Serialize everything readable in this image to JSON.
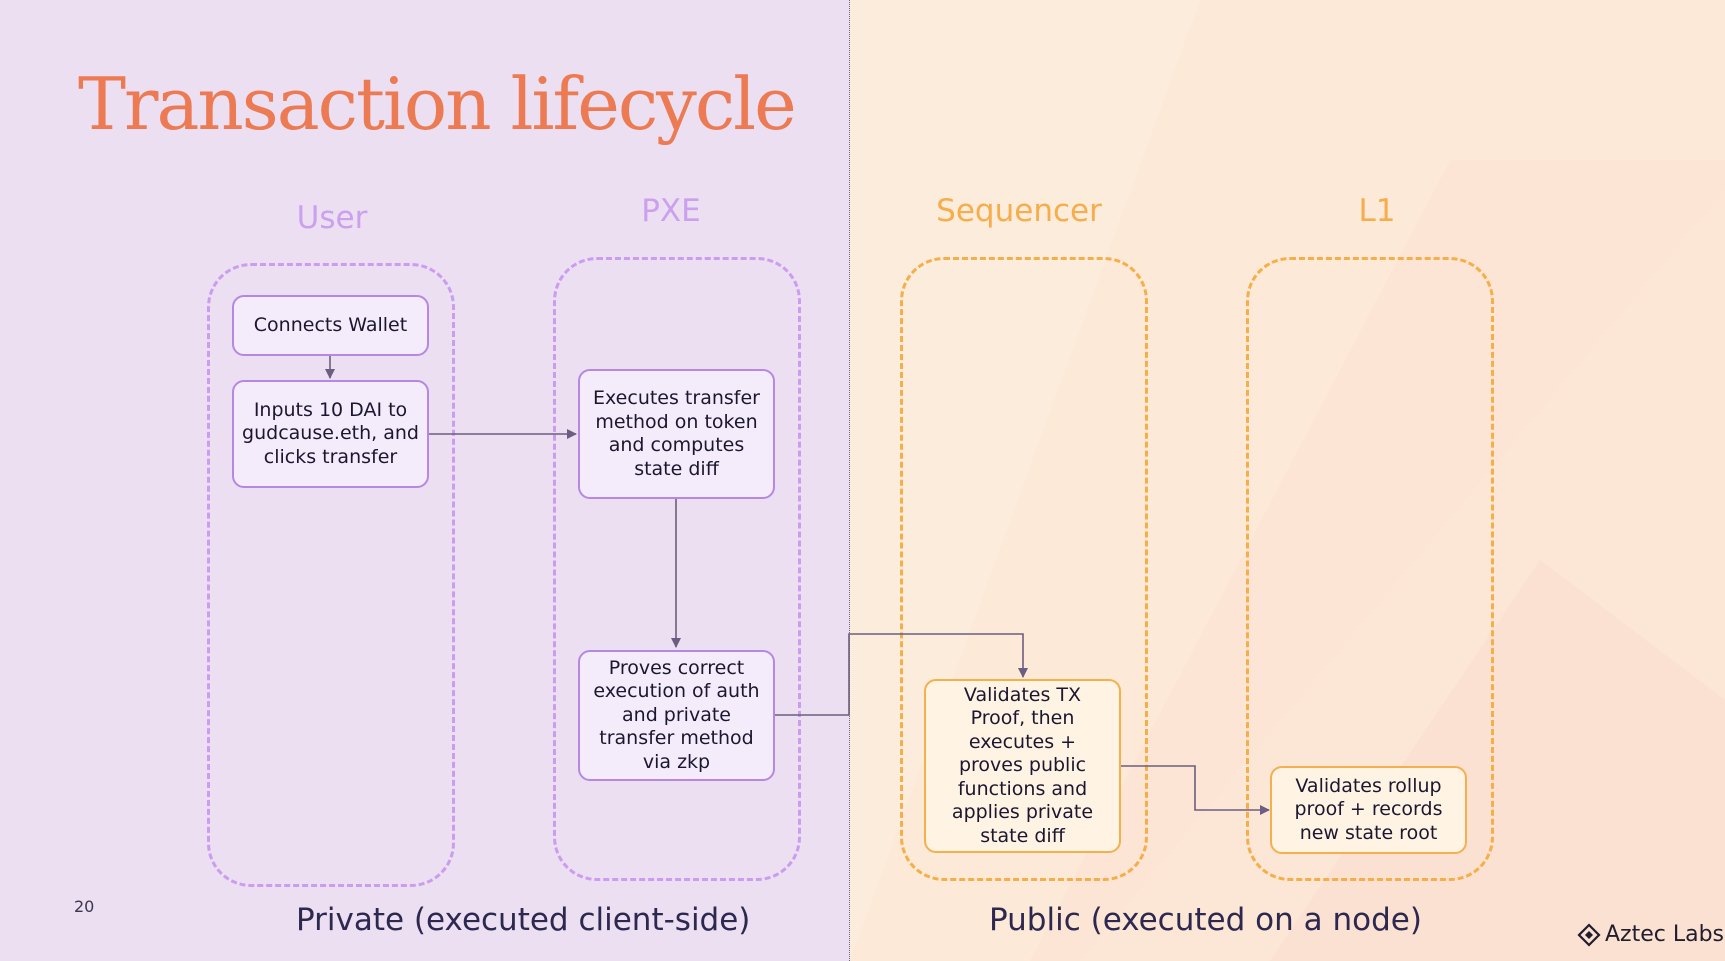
{
  "slide": {
    "title": "Transaction lifecycle",
    "page_number": "20",
    "brand": "Aztec Labs"
  },
  "colors": {
    "private_bg": "#ebdff1",
    "public_bg": "#fcecdc",
    "title": "#ec7a52",
    "private_accent": "#cb9cf0",
    "public_accent": "#f6ae48",
    "arrow": "#6b5e80"
  },
  "columns": {
    "user": "User",
    "pxe": "PXE",
    "sequencer": "Sequencer",
    "l1": "L1"
  },
  "nodes": {
    "connects_wallet": "Connects Wallet",
    "inputs": "Inputs 10 DAI to gudcause.eth, and clicks transfer",
    "executes": "Executes transfer method on token and computes state diff",
    "proves": "Proves correct execution of auth and private transfer method via zkp",
    "validates_tx": "Validates TX Proof, then executes + proves public functions and applies private state diff",
    "validates_rollup": "Validates rollup proof + records new state root"
  },
  "sections": {
    "private": "Private (executed client-side)",
    "public": "Public (executed on a node)"
  },
  "icons": {
    "brand_logo": "diamond-logo-icon"
  }
}
